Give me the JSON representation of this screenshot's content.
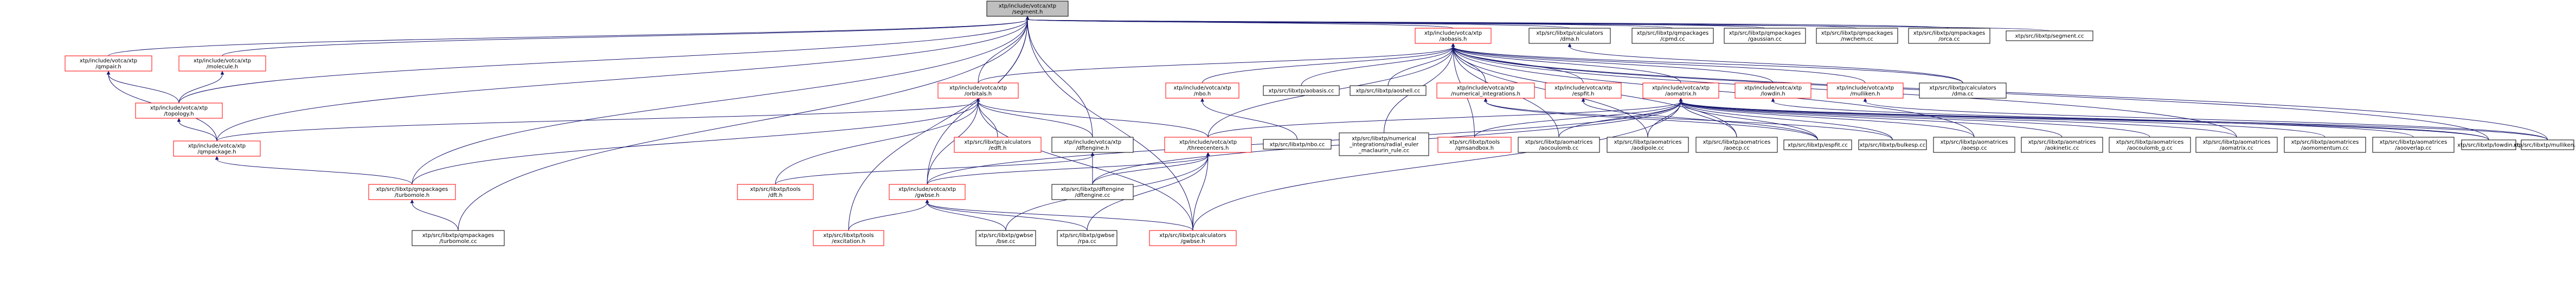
{
  "graph": {
    "root": "xtp/include/votca/xtp/segment.h",
    "nodes": [
      {
        "id": "segment",
        "lines": [
          "xtp/include/votca/xtp",
          "/segment.h"
        ],
        "kind": "root"
      },
      {
        "id": "qmpair",
        "lines": [
          "xtp/include/votca/xtp",
          "/qmpair.h"
        ],
        "kind": "red"
      },
      {
        "id": "molecule",
        "lines": [
          "xtp/include/votca/xtp",
          "/molecule.h"
        ],
        "kind": "red"
      },
      {
        "id": "topology",
        "lines": [
          "xtp/include/votca/xtp",
          "/topology.h"
        ],
        "kind": "red"
      },
      {
        "id": "qmpackage",
        "lines": [
          "xtp/include/votca/xtp",
          "/qmpackage.h"
        ],
        "kind": "red"
      },
      {
        "id": "turbomole_h",
        "lines": [
          "xtp/src/libxtp/qmpackages",
          "/turbomole.h"
        ],
        "kind": "red"
      },
      {
        "id": "turbomole_cc",
        "lines": [
          "xtp/src/libxtp/qmpackages",
          "/turbomole.cc"
        ],
        "kind": "black"
      },
      {
        "id": "aobasis",
        "lines": [
          "xtp/include/votca/xtp",
          "/aobasis.h"
        ],
        "kind": "red"
      },
      {
        "id": "dma_h",
        "lines": [
          "xtp/src/libxtp/calculators",
          "/dma.h"
        ],
        "kind": "black"
      },
      {
        "id": "cpmd",
        "lines": [
          "xtp/src/libxtp/qmpackages",
          "/cpmd.cc"
        ],
        "kind": "black"
      },
      {
        "id": "gaussian",
        "lines": [
          "xtp/src/libxtp/qmpackages",
          "/gaussian.cc"
        ],
        "kind": "black"
      },
      {
        "id": "nwchem",
        "lines": [
          "xtp/src/libxtp/qmpackages",
          "/nwchem.cc"
        ],
        "kind": "black"
      },
      {
        "id": "orca",
        "lines": [
          "xtp/src/libxtp/qmpackages",
          "/orca.cc"
        ],
        "kind": "black"
      },
      {
        "id": "segment_cc",
        "lines": [
          "xtp/src/libxtp/segment.cc"
        ],
        "kind": "black"
      },
      {
        "id": "orbitals",
        "lines": [
          "xtp/include/votca/xtp",
          "/orbitals.h"
        ],
        "kind": "red"
      },
      {
        "id": "nbo",
        "lines": [
          "xtp/include/votca/xtp",
          "/nbo.h"
        ],
        "kind": "red"
      },
      {
        "id": "aobasis_cc",
        "lines": [
          "xtp/src/libxtp/aobasis.cc"
        ],
        "kind": "black"
      },
      {
        "id": "aoshell_cc",
        "lines": [
          "xtp/src/libxtp/aoshell.cc"
        ],
        "kind": "black"
      },
      {
        "id": "numint",
        "lines": [
          "xtp/include/votca/xtp",
          "/numerical_integrations.h"
        ],
        "kind": "red"
      },
      {
        "id": "espfit_h",
        "lines": [
          "xtp/include/votca/xtp",
          "/espfit.h"
        ],
        "kind": "red"
      },
      {
        "id": "aomatrix",
        "lines": [
          "xtp/include/votca/xtp",
          "/aomatrix.h"
        ],
        "kind": "red"
      },
      {
        "id": "lowdin_h",
        "lines": [
          "xtp/include/votca/xtp",
          "/lowdin.h"
        ],
        "kind": "red"
      },
      {
        "id": "mulliken_h",
        "lines": [
          "xtp/include/votca/xtp",
          "/mulliken.h"
        ],
        "kind": "red"
      },
      {
        "id": "dma_cc",
        "lines": [
          "xtp/src/libxtp/calculators",
          "/dma.cc"
        ],
        "kind": "black"
      },
      {
        "id": "calc_edft",
        "lines": [
          "xtp/src/libxtp/calculators",
          "/edft.h"
        ],
        "kind": "red"
      },
      {
        "id": "dftengine_h",
        "lines": [
          "xtp/include/votca/xtp",
          "/dftengine.h"
        ],
        "kind": "black"
      },
      {
        "id": "threecenters",
        "lines": [
          "xtp/include/votca/xtp",
          "/threecenters.h"
        ],
        "kind": "red"
      },
      {
        "id": "nbo_cc",
        "lines": [
          "xtp/src/libxtp/nbo.cc"
        ],
        "kind": "black"
      },
      {
        "id": "numint_cc",
        "lines": [
          "xtp/src/libxtp/numerical",
          "_integrations/radial_euler",
          "_maclaurin_rule.cc"
        ],
        "kind": "black"
      },
      {
        "id": "qmsandbox",
        "lines": [
          "xtp/src/libxtp/tools",
          "/qmsandbox.h"
        ],
        "kind": "red"
      },
      {
        "id": "aocoulomb",
        "lines": [
          "xtp/src/libxtp/aomatrices",
          "/aocoulomb.cc"
        ],
        "kind": "black"
      },
      {
        "id": "aodipole",
        "lines": [
          "xtp/src/libxtp/aomatrices",
          "/aodipole.cc"
        ],
        "kind": "black"
      },
      {
        "id": "aoecp",
        "lines": [
          "xtp/src/libxtp/aomatrices",
          "/aoecp.cc"
        ],
        "kind": "black"
      },
      {
        "id": "espfit_cc",
        "lines": [
          "xtp/src/libxtp/espfit.cc"
        ],
        "kind": "black"
      },
      {
        "id": "bulkesp",
        "lines": [
          "xtp/src/libxtp/bulkesp.cc"
        ],
        "kind": "black"
      },
      {
        "id": "aoesp",
        "lines": [
          "xtp/src/libxtp/aomatrices",
          "/aoesp.cc"
        ],
        "kind": "black"
      },
      {
        "id": "aokinetic",
        "lines": [
          "xtp/src/libxtp/aomatrices",
          "/aokinetic.cc"
        ],
        "kind": "black"
      },
      {
        "id": "aocoulomb_g",
        "lines": [
          "xtp/src/libxtp/aomatrices",
          "/aocoulomb_g.cc"
        ],
        "kind": "black"
      },
      {
        "id": "aomatrix_cc",
        "lines": [
          "xtp/src/libxtp/aomatrices",
          "/aomatrix.cc"
        ],
        "kind": "black"
      },
      {
        "id": "aomomentum",
        "lines": [
          "xtp/src/libxtp/aomatrices",
          "/aomomentum.cc"
        ],
        "kind": "black"
      },
      {
        "id": "aooverlap",
        "lines": [
          "xtp/src/libxtp/aomatrices",
          "/aooverlap.cc"
        ],
        "kind": "black"
      },
      {
        "id": "lowdin_cc",
        "lines": [
          "xtp/src/libxtp/lowdin.cc"
        ],
        "kind": "black"
      },
      {
        "id": "mulliken_cc",
        "lines": [
          "xtp/src/libxtp/mulliken.cc"
        ],
        "kind": "black"
      },
      {
        "id": "tools_dft",
        "lines": [
          "xtp/src/libxtp/tools",
          "/dft.h"
        ],
        "kind": "red"
      },
      {
        "id": "gwbse_h",
        "lines": [
          "xtp/include/votca/xtp",
          "/gwbse.h"
        ],
        "kind": "red"
      },
      {
        "id": "dftengine_cc",
        "lines": [
          "xtp/src/libxtp/dftengine",
          "/dftengine.cc"
        ],
        "kind": "black"
      },
      {
        "id": "excitation",
        "lines": [
          "xtp/src/libxtp/tools",
          "/excitation.h"
        ],
        "kind": "red"
      },
      {
        "id": "bse_cc",
        "lines": [
          "xtp/src/libxtp/gwbse",
          "/bse.cc"
        ],
        "kind": "black"
      },
      {
        "id": "rpa_cc",
        "lines": [
          "xtp/src/libxtp/gwbse",
          "/rpa.cc"
        ],
        "kind": "black"
      },
      {
        "id": "calc_gwbse",
        "lines": [
          "xtp/src/libxtp/calculators",
          "/gwbse.h"
        ],
        "kind": "red"
      }
    ],
    "edges": [
      [
        "segment",
        "qmpair"
      ],
      [
        "segment",
        "molecule"
      ],
      [
        "segment",
        "topology"
      ],
      [
        "segment",
        "qmpackage"
      ],
      [
        "segment",
        "turbomole_h"
      ],
      [
        "segment",
        "turbomole_cc"
      ],
      [
        "segment",
        "aobasis"
      ],
      [
        "segment",
        "dma_h"
      ],
      [
        "segment",
        "cpmd"
      ],
      [
        "segment",
        "gaussian"
      ],
      [
        "segment",
        "nwchem"
      ],
      [
        "segment",
        "orca"
      ],
      [
        "segment",
        "segment_cc"
      ],
      [
        "segment",
        "orbitals"
      ],
      [
        "segment",
        "dftengine_h"
      ],
      [
        "segment",
        "gwbse_h"
      ],
      [
        "segment",
        "excitation"
      ],
      [
        "segment",
        "calc_gwbse"
      ],
      [
        "qmpair",
        "topology"
      ],
      [
        "qmpair",
        "qmpackage"
      ],
      [
        "molecule",
        "topology"
      ],
      [
        "topology",
        "qmpackage"
      ],
      [
        "qmpackage",
        "turbomole_h"
      ],
      [
        "turbomole_h",
        "turbomole_cc"
      ],
      [
        "aobasis",
        "orbitals"
      ],
      [
        "aobasis",
        "nbo"
      ],
      [
        "aobasis",
        "aobasis_cc"
      ],
      [
        "aobasis",
        "aoshell_cc"
      ],
      [
        "aobasis",
        "numint"
      ],
      [
        "aobasis",
        "espfit_h"
      ],
      [
        "aobasis",
        "aomatrix"
      ],
      [
        "aobasis",
        "lowdin_h"
      ],
      [
        "aobasis",
        "mulliken_h"
      ],
      [
        "aobasis",
        "dma_cc"
      ],
      [
        "aobasis",
        "threecenters"
      ],
      [
        "aobasis",
        "numint_cc"
      ],
      [
        "aobasis",
        "qmsandbox"
      ],
      [
        "aobasis",
        "aocoulomb"
      ],
      [
        "aobasis",
        "aodipole"
      ],
      [
        "aobasis",
        "aoecp"
      ],
      [
        "aobasis",
        "aoesp"
      ],
      [
        "aobasis",
        "aomatrix_cc"
      ],
      [
        "aobasis",
        "lowdin_cc"
      ],
      [
        "aobasis",
        "mulliken_cc"
      ],
      [
        "dma_h",
        "dma_cc"
      ],
      [
        "orbitals",
        "qmpackage"
      ],
      [
        "orbitals",
        "calc_edft"
      ],
      [
        "orbitals",
        "dftengine_h"
      ],
      [
        "orbitals",
        "threecenters"
      ],
      [
        "orbitals",
        "tools_dft"
      ],
      [
        "orbitals",
        "gwbse_h"
      ],
      [
        "orbitals",
        "calc_gwbse"
      ],
      [
        "orbitals",
        "turbomole_h"
      ],
      [
        "nbo",
        "nbo_cc"
      ],
      [
        "numint",
        "espfit_cc"
      ],
      [
        "numint",
        "bulkesp"
      ],
      [
        "espfit_h",
        "espfit_cc"
      ],
      [
        "aomatrix",
        "threecenters"
      ],
      [
        "aomatrix",
        "qmsandbox"
      ],
      [
        "aomatrix",
        "aocoulomb"
      ],
      [
        "aomatrix",
        "aodipole"
      ],
      [
        "aomatrix",
        "aoecp"
      ],
      [
        "aomatrix",
        "espfit_cc"
      ],
      [
        "aomatrix",
        "bulkesp"
      ],
      [
        "aomatrix",
        "aoesp"
      ],
      [
        "aomatrix",
        "aokinetic"
      ],
      [
        "aomatrix",
        "aocoulomb_g"
      ],
      [
        "aomatrix",
        "aomatrix_cc"
      ],
      [
        "aomatrix",
        "aomomentum"
      ],
      [
        "aomatrix",
        "aooverlap"
      ],
      [
        "aomatrix",
        "lowdin_cc"
      ],
      [
        "aomatrix",
        "mulliken_cc"
      ],
      [
        "aomatrix",
        "gwbse_h"
      ],
      [
        "aomatrix",
        "calc_gwbse"
      ],
      [
        "aomatrix",
        "dftengine_cc"
      ],
      [
        "lowdin_h",
        "lowdin_cc"
      ],
      [
        "mulliken_h",
        "mulliken_cc"
      ],
      [
        "dftengine_h",
        "tools_dft"
      ],
      [
        "dftengine_h",
        "dftengine_cc"
      ],
      [
        "threecenters",
        "gwbse_h"
      ],
      [
        "threecenters",
        "dftengine_cc"
      ],
      [
        "threecenters",
        "bse_cc"
      ],
      [
        "threecenters",
        "rpa_cc"
      ],
      [
        "threecenters",
        "calc_gwbse"
      ],
      [
        "gwbse_h",
        "excitation"
      ],
      [
        "gwbse_h",
        "bse_cc"
      ],
      [
        "gwbse_h",
        "rpa_cc"
      ],
      [
        "gwbse_h",
        "calc_gwbse"
      ]
    ]
  },
  "colors": {
    "edge": "#191970",
    "red_border": "#ff0000",
    "black_border": "#000000",
    "root_fill": "#bfbfbf"
  }
}
